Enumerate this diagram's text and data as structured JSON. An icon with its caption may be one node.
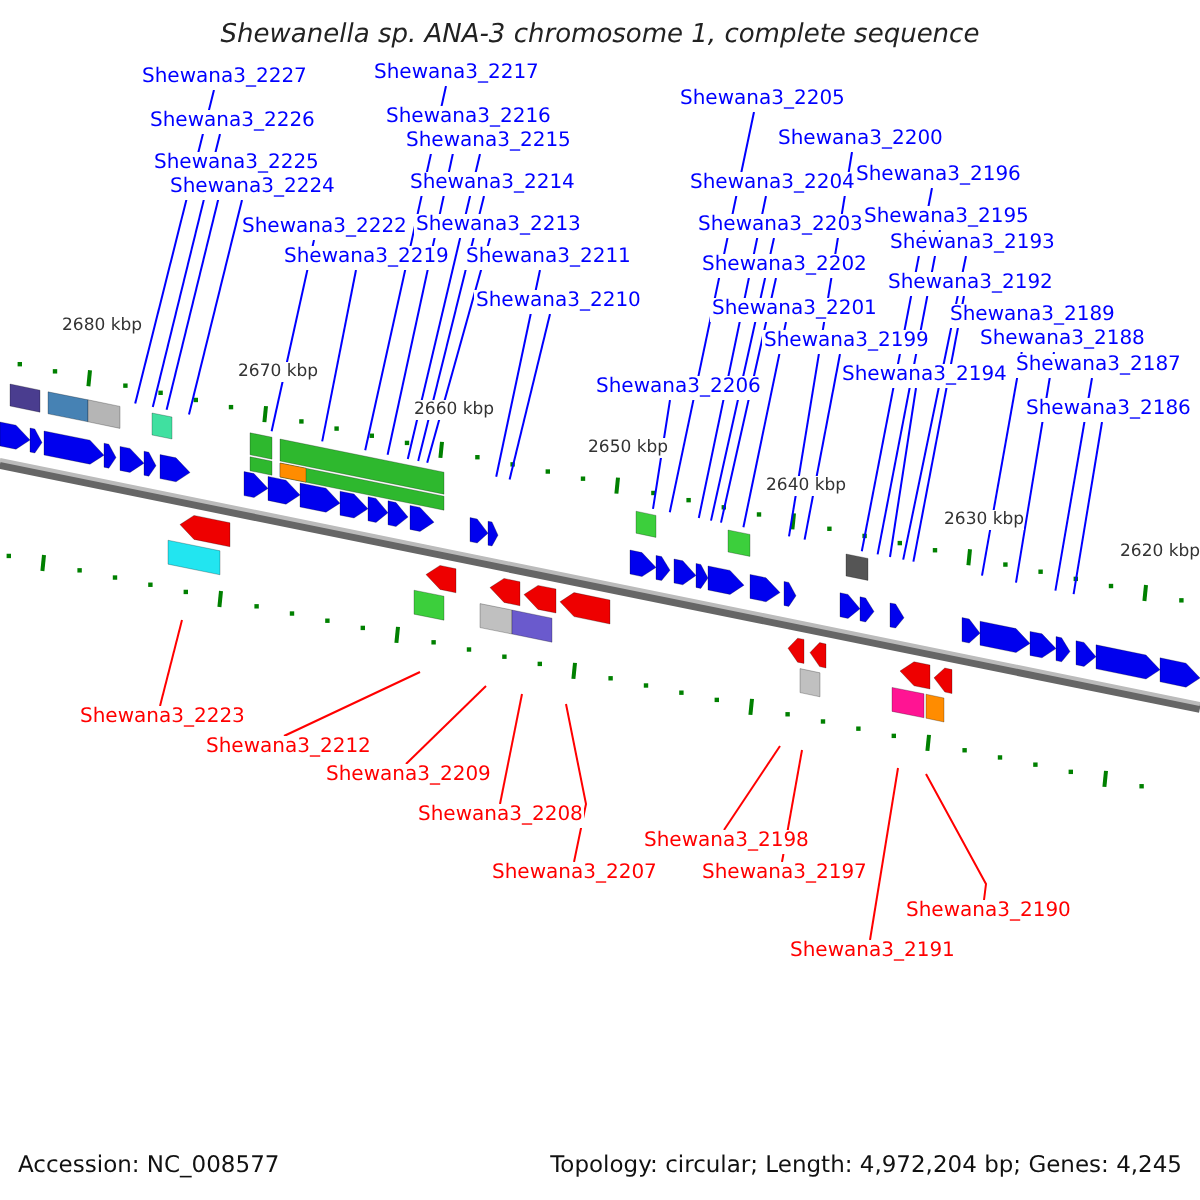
{
  "diagram": {
    "title": "Shewanella sp. ANA-3 chromosome 1, complete sequence",
    "nodes": [
      {
        "text": [
          "Shewana3_2227"
        ]
      },
      {
        "text": [
          "Shewana3_2226"
        ]
      },
      {
        "text": [
          "Shewana3_2225"
        ]
      },
      {
        "text": [
          "Shewana3_2224"
        ]
      },
      {
        "text": [
          "Shewana3_2222"
        ]
      },
      {
        "text": [
          "Shewana3_2219"
        ]
      },
      {
        "text": [
          "Shewana3_2217"
        ]
      },
      {
        "text": [
          "Shewana3_2216"
        ]
      },
      {
        "text": [
          "Shewana3_2215"
        ]
      },
      {
        "text": [
          "Shewana3_2214"
        ]
      },
      {
        "text": [
          "Shewana3_2213"
        ]
      },
      {
        "text": [
          "Shewana3_2211"
        ]
      },
      {
        "text": [
          "Shewana3_2210"
        ]
      },
      {
        "text": [
          "Shewana3_2206"
        ]
      },
      {
        "text": [
          "Shewana3_2205"
        ]
      },
      {
        "text": [
          "Shewana3_2204"
        ]
      },
      {
        "text": [
          "Shewana3_2203"
        ]
      },
      {
        "text": [
          "Shewana3_2202"
        ]
      },
      {
        "text": [
          "Shewana3_2201"
        ]
      },
      {
        "text": [
          "Shewana3_2200"
        ]
      },
      {
        "text": [
          "Shewana3_2199"
        ]
      },
      {
        "text": [
          "Shewana3_2196"
        ]
      },
      {
        "text": [
          "Shewana3_2195"
        ]
      },
      {
        "text": [
          "Shewana3_2194"
        ]
      },
      {
        "text": [
          "Shewana3_2193"
        ]
      },
      {
        "text": [
          "Shewana3_2192"
        ]
      },
      {
        "text": [
          "Shewana3_2189"
        ]
      },
      {
        "text": [
          "Shewana3_2188"
        ]
      },
      {
        "text": [
          "Shewana3_2187"
        ]
      },
      {
        "text": [
          "Shewana3_2186"
        ]
      },
      {
        "text": [
          "Shewana3_2223"
        ]
      },
      {
        "text": [
          "Shewana3_2212"
        ]
      },
      {
        "text": [
          "Shewana3_2209"
        ]
      },
      {
        "text": [
          "Shewana3_2208"
        ]
      },
      {
        "text": [
          "Shewana3_2207"
        ]
      },
      {
        "text": [
          "Shewana3_2198"
        ]
      },
      {
        "text": [
          "Shewana3_2197"
        ]
      },
      {
        "text": [
          "Shewana3_2191"
        ]
      },
      {
        "text": [
          "Shewana3_2190"
        ]
      }
    ],
    "edges": [
      {
        "from": 0,
        "to": null,
        "arrow": "none"
      },
      {
        "from": 1,
        "to": null,
        "arrow": "none"
      },
      {
        "from": 2,
        "to": null,
        "arrow": "none"
      },
      {
        "from": 3,
        "to": null,
        "arrow": "none"
      },
      {
        "from": 4,
        "to": null,
        "arrow": "none"
      },
      {
        "from": 5,
        "to": null,
        "arrow": "none"
      },
      {
        "from": 6,
        "to": null,
        "arrow": "none"
      },
      {
        "from": 7,
        "to": null,
        "arrow": "none"
      },
      {
        "from": 8,
        "to": null,
        "arrow": "none"
      },
      {
        "from": 9,
        "to": null,
        "arrow": "none"
      },
      {
        "from": 10,
        "to": null,
        "arrow": "none"
      },
      {
        "from": 11,
        "to": null,
        "arrow": "none"
      },
      {
        "from": 12,
        "to": null,
        "arrow": "none"
      },
      {
        "from": 13,
        "to": null,
        "arrow": "none"
      },
      {
        "from": 14,
        "to": null,
        "arrow": "none"
      },
      {
        "from": 15,
        "to": null,
        "arrow": "none"
      },
      {
        "from": 16,
        "to": null,
        "arrow": "none"
      },
      {
        "from": 17,
        "to": null,
        "arrow": "none"
      },
      {
        "from": 18,
        "to": null,
        "arrow": "none"
      },
      {
        "from": 19,
        "to": null,
        "arrow": "none"
      },
      {
        "from": 20,
        "to": null,
        "arrow": "none"
      },
      {
        "from": 21,
        "to": null,
        "arrow": "none"
      },
      {
        "from": 22,
        "to": null,
        "arrow": "none"
      },
      {
        "from": 23,
        "to": null,
        "arrow": "none"
      },
      {
        "from": 24,
        "to": null,
        "arrow": "none"
      },
      {
        "from": 25,
        "to": null,
        "arrow": "none"
      },
      {
        "from": 26,
        "to": null,
        "arrow": "none"
      },
      {
        "from": 27,
        "to": null,
        "arrow": "none"
      },
      {
        "from": 28,
        "to": null,
        "arrow": "none"
      },
      {
        "from": 29,
        "to": null,
        "arrow": "none"
      },
      {
        "from": 30,
        "to": null,
        "arrow": "none",
        "color": "#ff0000"
      },
      {
        "from": 31,
        "to": null,
        "arrow": "none",
        "color": "#ff0000"
      },
      {
        "from": 32,
        "to": null,
        "arrow": "none",
        "color": "#ff0000"
      },
      {
        "from": 33,
        "to": null,
        "arrow": "none",
        "color": "#ff0000"
      },
      {
        "from": 34,
        "to": null,
        "arrow": "none",
        "color": "#ff0000"
      },
      {
        "from": 35,
        "to": null,
        "arrow": "none",
        "color": "#ff0000"
      },
      {
        "from": 36,
        "to": null,
        "arrow": "none",
        "color": "#ff0000"
      },
      {
        "from": 37,
        "to": null,
        "arrow": "none",
        "color": "#ff0000"
      },
      {
        "from": 38,
        "to": null,
        "arrow": "none",
        "color": "#ff0000"
      }
    ],
    "labels": [
      "2680 kbp",
      "2670 kbp",
      "2660 kbp",
      "2650 kbp",
      "2640 kbp",
      "2630 kbp",
      "2620 kbp",
      "Accession: NC_008577",
      "Topology: circular; Length: 4,972,204 bp; Genes: 4,245"
    ]
  }
}
